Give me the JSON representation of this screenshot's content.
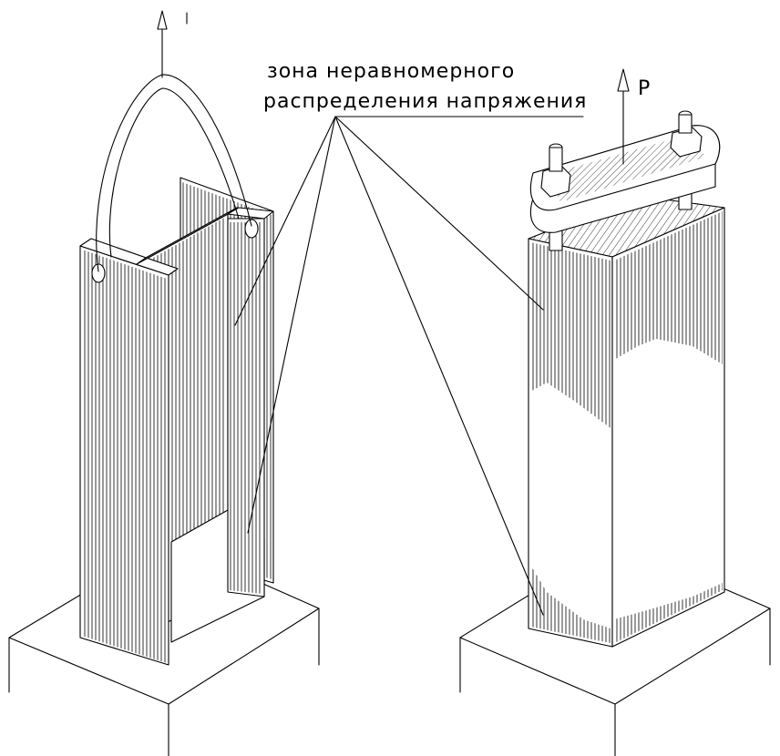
{
  "annotation": {
    "line1": "зона неравномерного",
    "line2": "распределения напряжения"
  },
  "force_label": "P"
}
